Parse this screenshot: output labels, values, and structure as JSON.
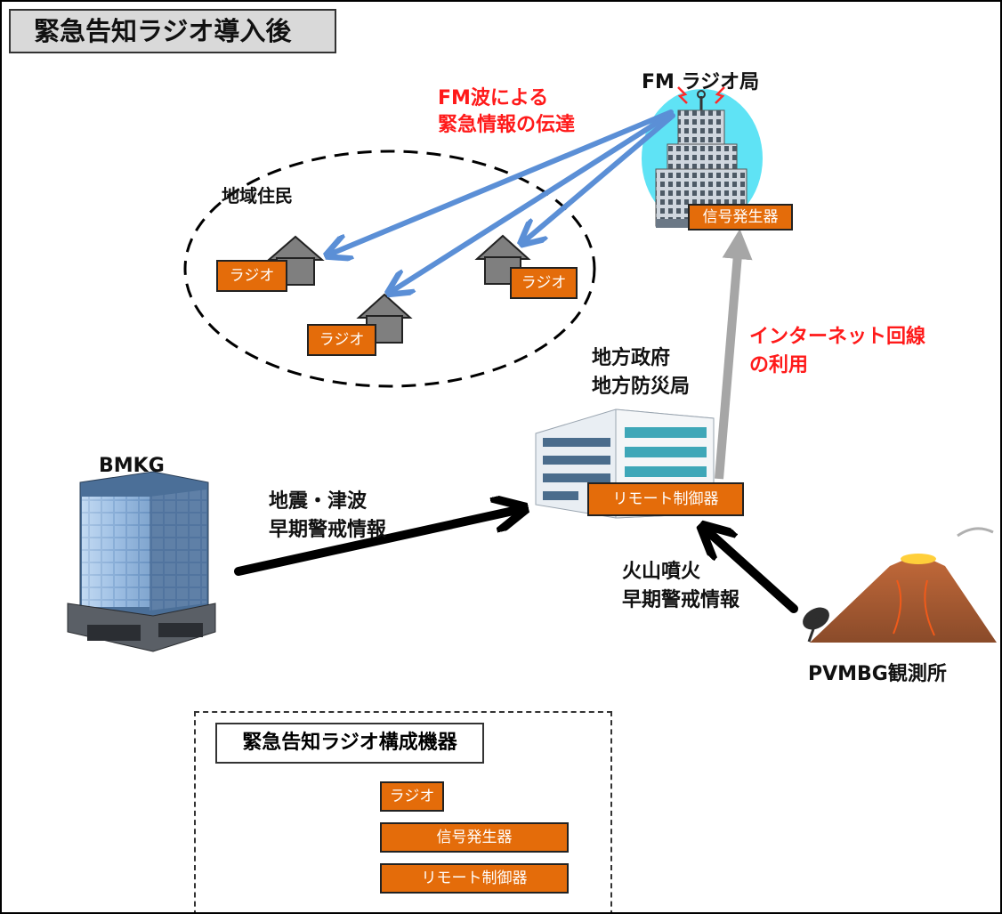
{
  "title": "緊急告知ラジオ導入後",
  "nodes": {
    "fm_station": "FM ラジオ局",
    "residents": "地域住民",
    "government": [
      "地方政府",
      "地方防災局"
    ],
    "bmkg": "BMKG",
    "pvmbg": "PVMBG観測所"
  },
  "flows": {
    "fm_wave": [
      "FM波による",
      "緊急情報の伝達"
    ],
    "internet": [
      "インターネット回線",
      "の利用"
    ],
    "earthquake": [
      "地震・津波",
      "早期警戒情報"
    ],
    "volcano": [
      "火山噴火",
      "早期警戒情報"
    ]
  },
  "devices": {
    "radio": "ラジオ",
    "signal_generator": "信号発生器",
    "remote_controller": "リモート制御器"
  },
  "legend": {
    "title": "緊急告知ラジオ構成機器",
    "items": [
      "ラジオ",
      "信号発生器",
      "リモート制御器"
    ]
  },
  "colors": {
    "device_orange": "#e46c0a",
    "fm_arrow_blue": "#5b8fd6",
    "internet_arrow_gray": "#a6a6a6",
    "warning_text_red": "#ff1a1a",
    "station_halo": "#5fe3f5"
  }
}
